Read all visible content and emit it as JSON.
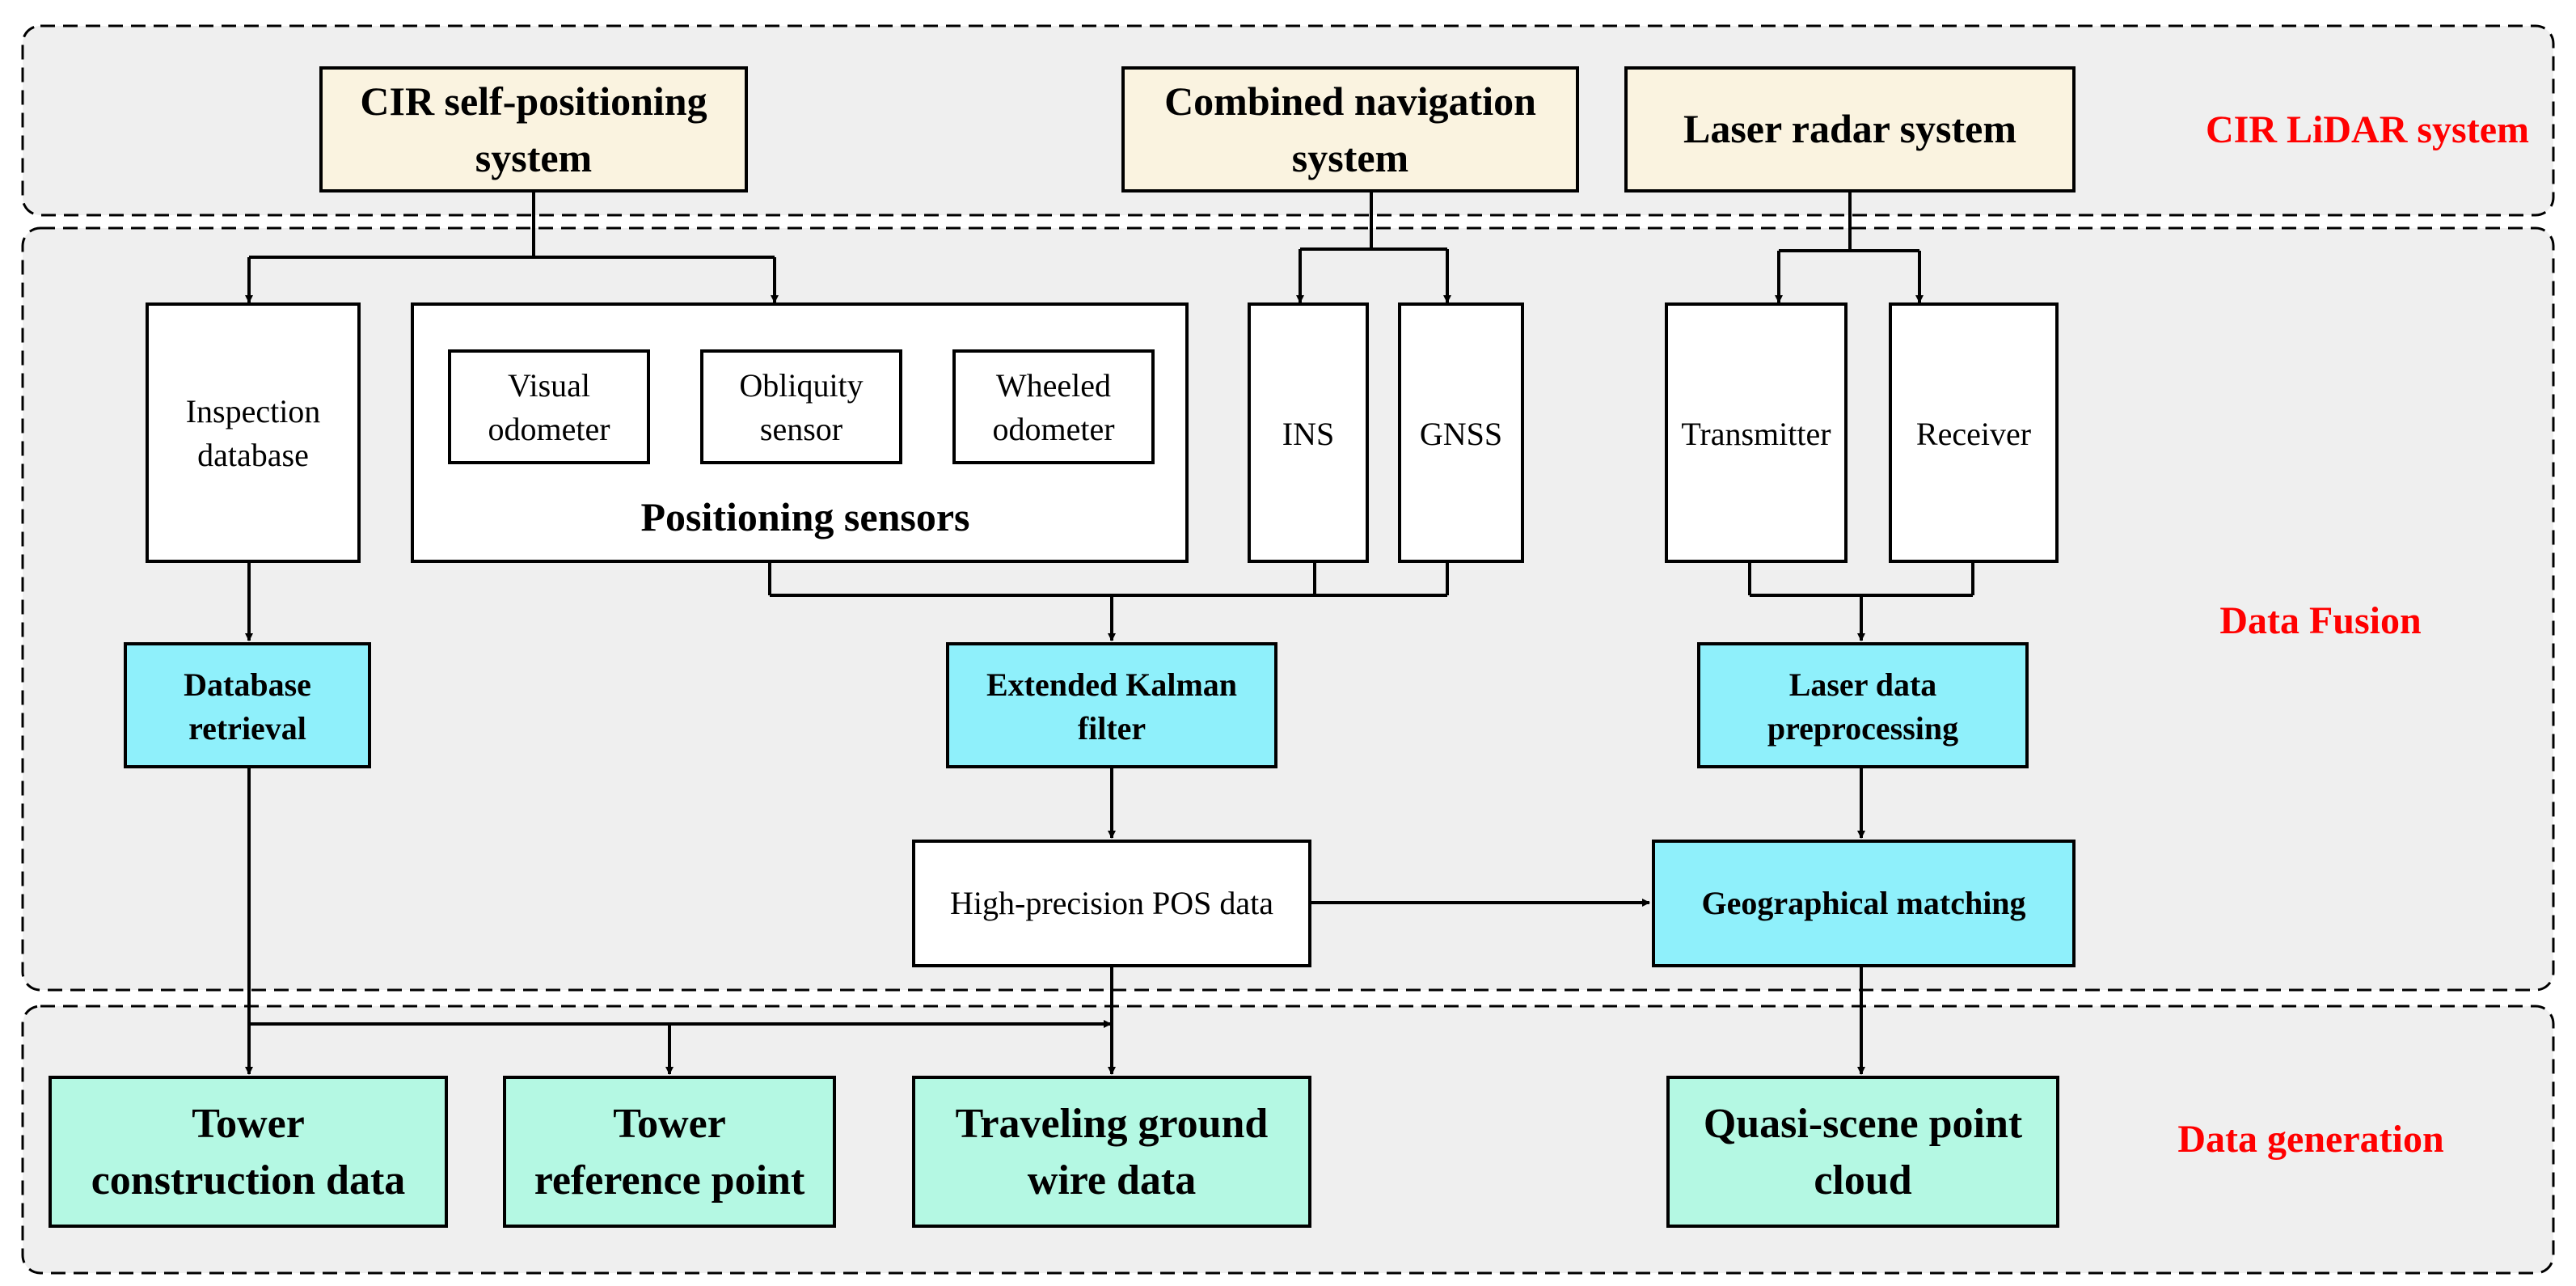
{
  "groups": {
    "lidar_system": "CIR LiDAR system",
    "data_fusion": "Data Fusion",
    "data_generation": "Data generation"
  },
  "top": {
    "cir_self_positioning": [
      "CIR self-positioning",
      "system"
    ],
    "combined_navigation": [
      "Combined navigation",
      "system"
    ],
    "laser_radar": "Laser radar system"
  },
  "fusion": {
    "inspection_database": [
      "Inspection",
      "database"
    ],
    "visual_odometer": [
      "Visual",
      "odometer"
    ],
    "obliquity_sensor": [
      "Obliquity",
      "sensor"
    ],
    "wheeled_odometer": [
      "Wheeled",
      "odometer"
    ],
    "positioning_sensors": "Positioning sensors",
    "ins": "INS",
    "gnss": "GNSS",
    "transmitter": "Transmitter",
    "receiver": "Receiver",
    "database_retrieval": [
      "Database",
      "retrieval"
    ],
    "extended_kalman": [
      "Extended Kalman",
      "filter"
    ],
    "laser_preprocessing": [
      "Laser data",
      "preprocessing"
    ],
    "pos_data": "High-precision POS data",
    "geo_matching": "Geographical matching"
  },
  "outputs": {
    "tower_construction": [
      "Tower",
      "construction data"
    ],
    "tower_reference": [
      "Tower",
      "reference point"
    ],
    "traveling_ground_wire": [
      "Traveling ground",
      "wire data"
    ],
    "quasi_scene": [
      "Quasi-scene point",
      "cloud"
    ]
  },
  "colors": {
    "group_fill": "#efefef",
    "beige": "#faf3e0",
    "cyan": "#8ff0fb",
    "mint": "#b4f8e3",
    "group_label": "#ff0000"
  }
}
